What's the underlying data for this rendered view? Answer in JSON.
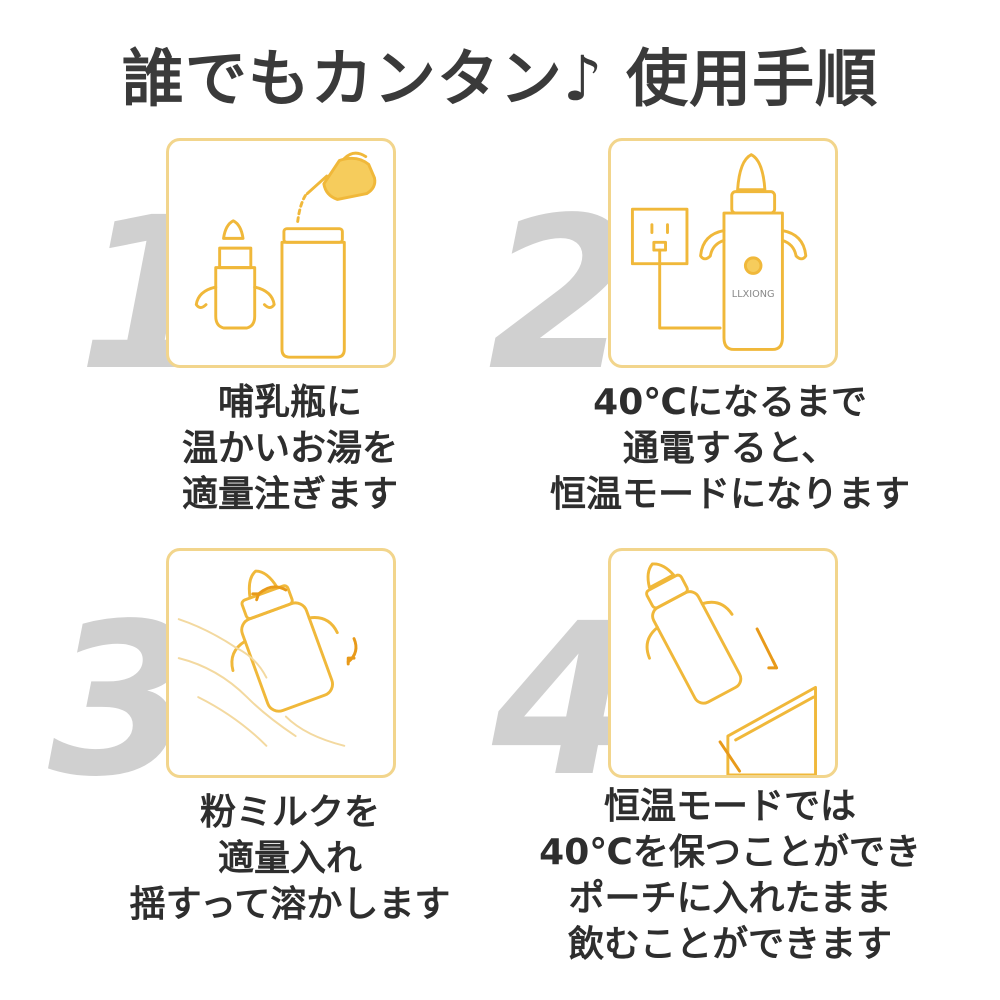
{
  "title": "誰でもカンタン♪ 使用手順",
  "steps": [
    {
      "number": "1",
      "lines": [
        "哺乳瓶に",
        "温かいお湯を",
        "適量注ぎます"
      ]
    },
    {
      "number": "2",
      "lines": [
        "40℃になるまで",
        "通電すると、",
        "恒温モードになります"
      ],
      "brand": "LLXIONG"
    },
    {
      "number": "3",
      "lines": [
        "粉ミルクを",
        "適量入れ",
        "揺すって溶かします"
      ]
    },
    {
      "number": "4",
      "lines": [
        "恒温モードでは",
        "40℃を保つことができ",
        "ポーチに入れたまま",
        "飲むことができます"
      ]
    }
  ],
  "colors": {
    "accent": "#f0b83a",
    "frame": "#f2d58c",
    "number": "#d0d0d0",
    "text": "#2e2e2e"
  }
}
